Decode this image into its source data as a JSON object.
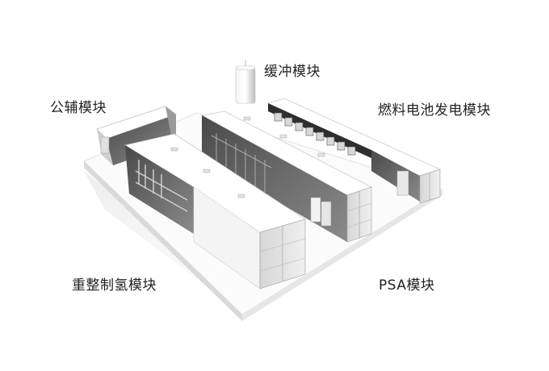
{
  "diagram": {
    "title": "",
    "colors": {
      "background": "#ffffff",
      "platform_top": "#fafafa",
      "platform_edge": "#dcdcdc",
      "container_roof": "#ffffff",
      "container_interior": "#6e6e6e",
      "container_shadow": "#3c3c3c",
      "door": "#e4e4e4",
      "label_text": "#222222"
    },
    "labels": {
      "buffer_module": "缓冲模块",
      "utility_module": "公辅模块",
      "fuel_cell_module": "燃料电池发电模块",
      "reforming_hydrogen_module": "重整制氢模块",
      "psa_module": "PSA模块"
    },
    "modules": [
      {
        "id": "buffer",
        "label": "缓冲模块",
        "component": "vertical tank"
      },
      {
        "id": "utility",
        "label": "公辅模块",
        "component": "small container"
      },
      {
        "id": "fuel_cell",
        "label": "燃料电池发电模块",
        "component": "container with fuel cell stacks"
      },
      {
        "id": "reforming",
        "label": "重整制氢模块",
        "component": "container with reformer piping"
      },
      {
        "id": "psa",
        "label": "PSA模块",
        "component": "container with adsorption towers"
      }
    ]
  }
}
